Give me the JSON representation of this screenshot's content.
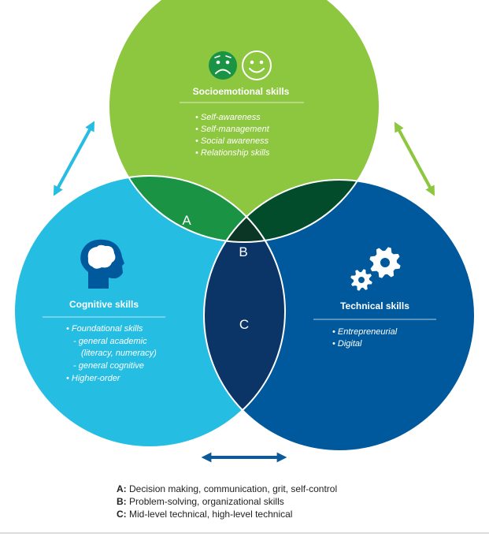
{
  "colors": {
    "socioemotional": "#8dc63f",
    "cognitive": "#26bde2",
    "technical": "#00599c",
    "overlap_a": "#1a9444",
    "overlap_top_right": "#024c2c",
    "overlap_c": "#0b3467",
    "overlap_b": "#0b3525",
    "arrow_green": "#8dc63f",
    "arrow_cyan": "#26bde2",
    "arrow_blue": "#0d5a9b"
  },
  "socioemotional": {
    "title": "Socioemotional skills",
    "icons": [
      "sad-face-icon",
      "happy-face-icon"
    ],
    "bullets": [
      "Self-awareness",
      "Self-management",
      "Social awareness",
      "Relationship skills"
    ]
  },
  "cognitive": {
    "title": "Cognitive skills",
    "icon": "head-brain-icon",
    "bullets": [
      {
        "prefix": "•",
        "text": "Foundational skills"
      },
      {
        "prefix": "-",
        "text": "general academic"
      },
      {
        "prefix": "",
        "text": "(literacy, numeracy)"
      },
      {
        "prefix": "-",
        "text": "general cognitive"
      },
      {
        "prefix": "•",
        "text": "Higher-order"
      }
    ]
  },
  "technical": {
    "title": "Technical skills",
    "icon": "gears-icon",
    "bullets": [
      "Entrepreneurial",
      "Digital"
    ]
  },
  "overlaps": {
    "a": "A",
    "b": "B",
    "c": "C"
  },
  "legend": [
    {
      "key": "A:",
      "text": "Decision making, communication, grit, self-control"
    },
    {
      "key": "B:",
      "text": "Problem-solving, organizational skills"
    },
    {
      "key": "C:",
      "text": "Mid-level technical, high-level technical"
    }
  ]
}
